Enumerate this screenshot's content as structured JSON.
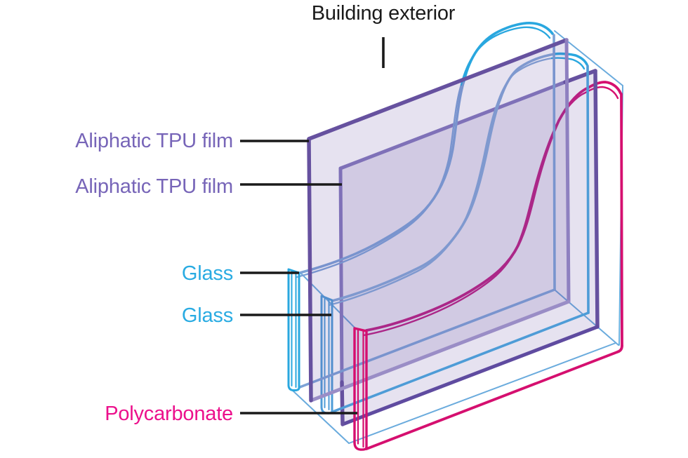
{
  "title": {
    "label": "Building exterior"
  },
  "diagram": {
    "labels": [
      {
        "id": "tpu-film-1",
        "text": "Aliphatic TPU film"
      },
      {
        "id": "tpu-film-2",
        "text": "Aliphatic TPU film"
      },
      {
        "id": "glass-1",
        "text": "Glass"
      },
      {
        "id": "glass-2",
        "text": "Glass"
      },
      {
        "id": "polycarbonate",
        "text": "Polycarbonate"
      }
    ],
    "layers_front_to_back": [
      "Glass",
      "Aliphatic TPU film",
      "Glass",
      "Aliphatic TPU film",
      "Polycarbonate"
    ]
  },
  "colors": {
    "ink": "#1a1a1a",
    "label_purple": "#7765b8",
    "label_blue": "#29abe2",
    "label_pink": "#ec108c",
    "purple_dark": "#66519f",
    "purple_light": "#8e80c0",
    "purple_soft": "#9a8dc6",
    "tpu2_light": "#8478bc",
    "tpu2_bottom": "#5f4ba0",
    "film_fill": "#6a55a4",
    "cyan_bright": "#29a7df",
    "blue_muted": "#7ca2d6",
    "blue_muted2": "#84a8d8",
    "glass2_edge": "#4e9cd7",
    "pink_bright": "#d50f6f",
    "pink_muted": "#c9157b",
    "box_blue": "#6aabdd"
  }
}
